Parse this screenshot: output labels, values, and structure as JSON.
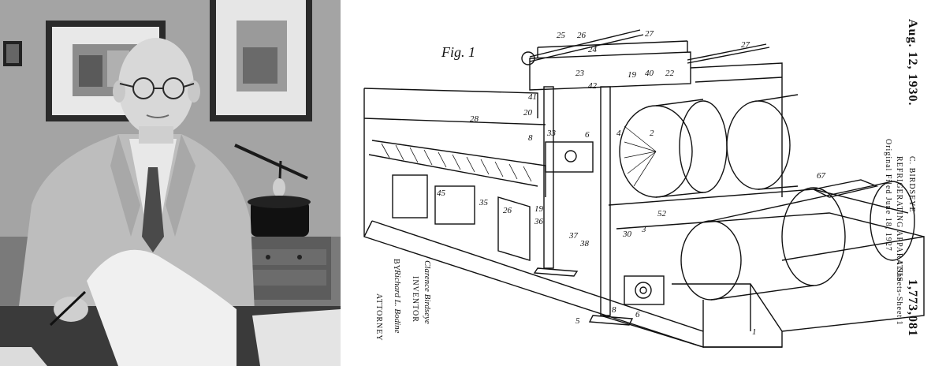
{
  "patent": {
    "date": "Aug. 12, 1930.",
    "inventor_name": "C. BIRDSEYE",
    "title": "REFRIGERATING APPARATUS",
    "filed": "Original Filed June 18, 1927",
    "sheets": "4 Sheets-Sheet 1",
    "number": "1,773,081",
    "figure_label": "Fig. 1",
    "signature_inventor": "Clarence Birdseye",
    "inventor_caption": "INVENTOR",
    "by_label": "BY",
    "signature_attorney": "Richard L. Bodine",
    "attorney_caption": "ATTORNEY"
  },
  "reference_numbers": [
    "25",
    "26",
    "27",
    "27",
    "24",
    "23",
    "19",
    "40",
    "22",
    "41",
    "42",
    "20",
    "28",
    "33",
    "2",
    "4",
    "8",
    "6",
    "45",
    "26",
    "35",
    "19",
    "36",
    "52",
    "37",
    "38",
    "30",
    "3",
    "67",
    "5",
    "8",
    "6",
    "1"
  ]
}
